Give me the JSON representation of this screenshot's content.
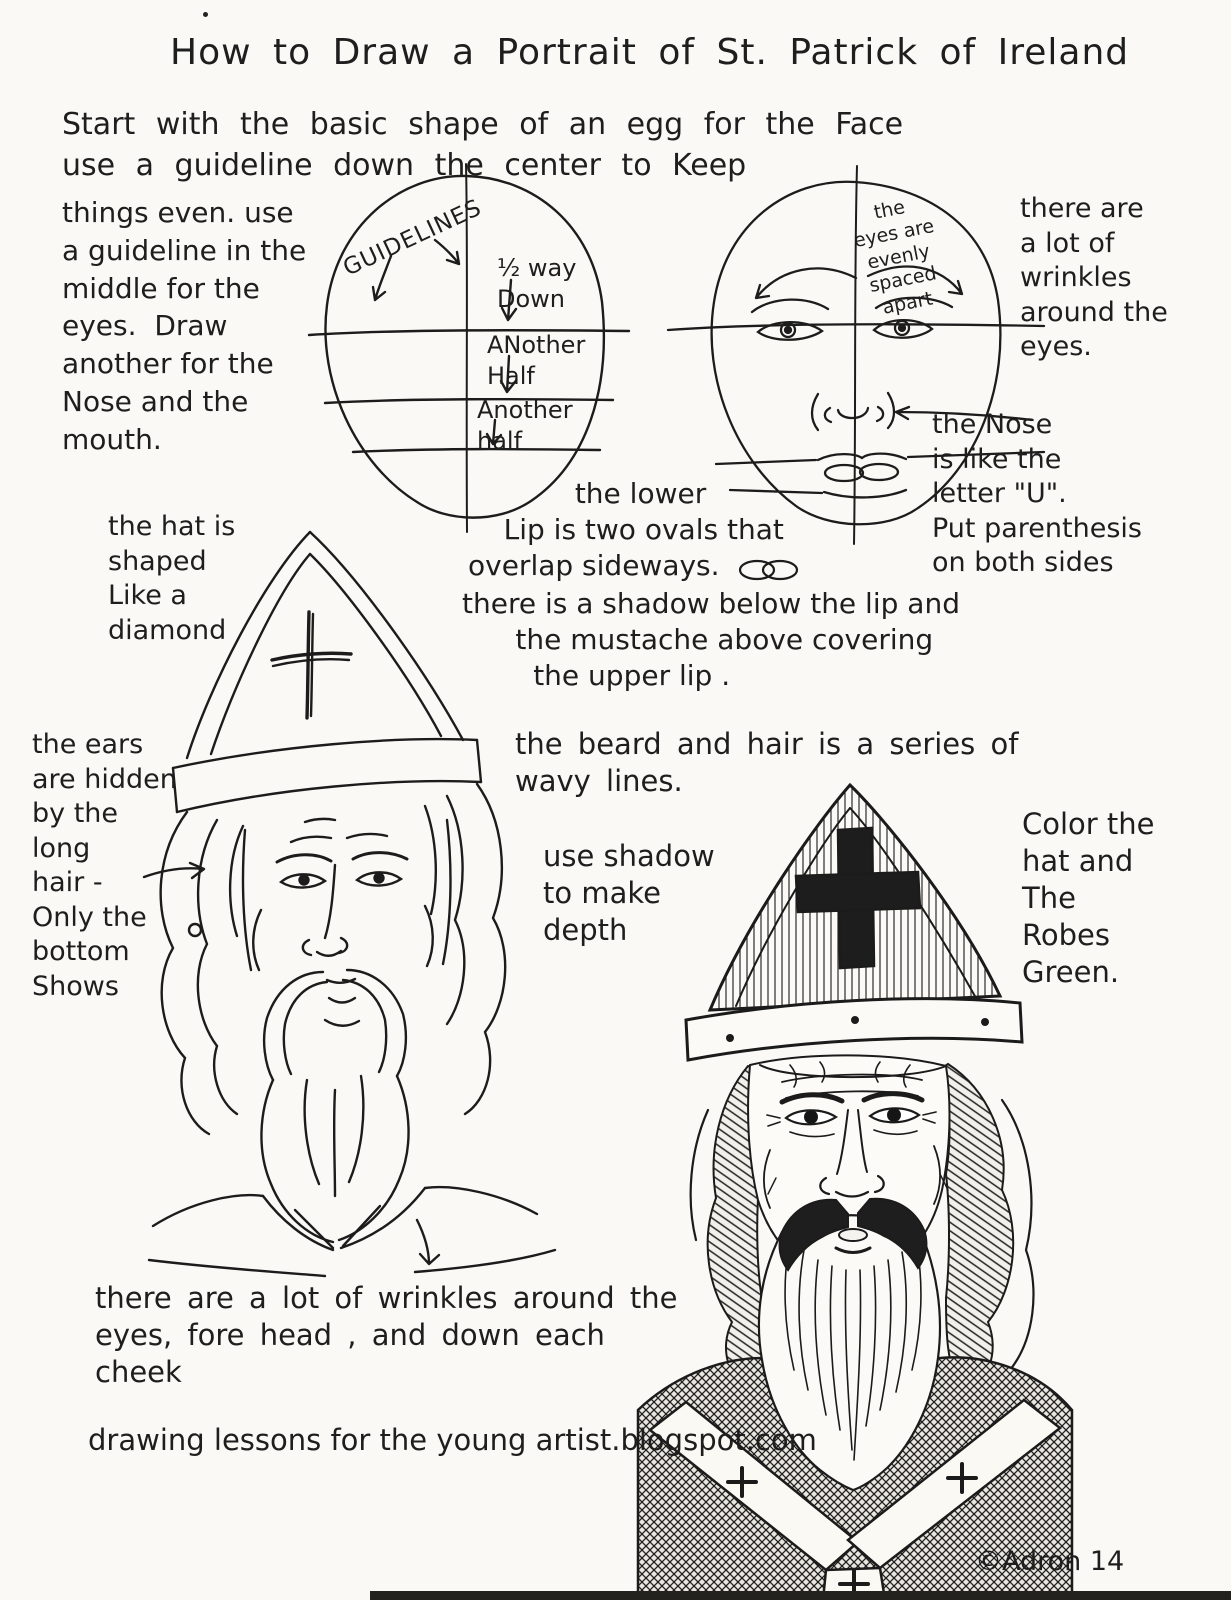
{
  "page": {
    "title": "How to Draw a Portrait of St. Patrick of Ireland"
  },
  "intro": {
    "opening": "Start with the basic shape of an egg for the Face\nuse a guideline down the center to Keep",
    "left_column": "things even. use\na guideline in the\nmiddle for the\neyes.  Draw\nanother for the\nNose and the\nmouth."
  },
  "egg_diagram": {
    "guidelines_label": "GUIDELINES",
    "half_way_label": "½ way\nDown",
    "another_half_label": "ANother\nHalf",
    "another_half2_label": "Another\nhalf"
  },
  "face_diagram": {
    "eyes_note": "the\neyes are\nevenly\nspaced\napart"
  },
  "side_notes": {
    "wrinkles_right": "there are\na lot of\nwrinkles\naround the\neyes.",
    "nose_note": "the Nose\nis like the\nletter \"U\".\nPut parenthesis\non both sides",
    "lip_intro": "            the lower\n    Lip is two ovals that\noverlap sideways.",
    "lip_rest": "there is a shadow below the lip and\n      the mustache above covering\n        the upper lip .",
    "hat_note": "the hat is\nshaped\nLike a\ndiamond",
    "ears_note": "the ears\nare hidden\nby the\nlong\nhair -\nOnly the\nbottom\nShows",
    "beard_note": "the beard and hair is a series of\nwavy lines.",
    "shadow_note": "use shadow\nto make\ndepth",
    "color_note": "Color the\nhat and\nThe\nRobes\nGreen.",
    "wrinkles_bottom": "there are a lot of wrinkles around the\neyes, fore head , and down each\ncheek"
  },
  "footer": {
    "credit": "drawing lessons for the young artist.blogspot.com",
    "signature": "©Adron 14"
  }
}
